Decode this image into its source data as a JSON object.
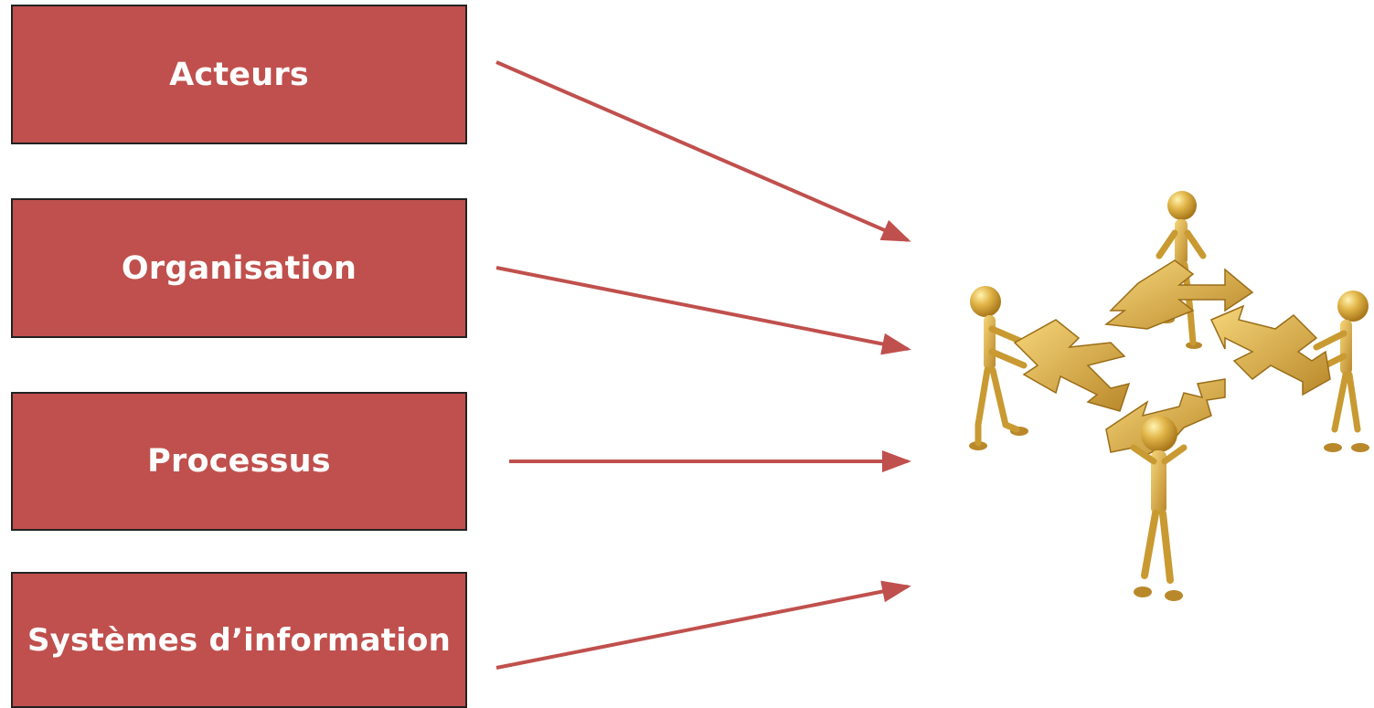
{
  "boxes": [
    {
      "label": "Acteurs"
    },
    {
      "label": "Organisation"
    },
    {
      "label": "Processus"
    },
    {
      "label": "Systèmes d’information"
    }
  ],
  "colors": {
    "box_fill": "#c0504d",
    "box_border": "#222222",
    "arrow": "#c0504d",
    "figure_gold": "#d4a93a"
  },
  "illustration": {
    "icon": "teamwork-gold-figures-with-arrows-icon"
  }
}
